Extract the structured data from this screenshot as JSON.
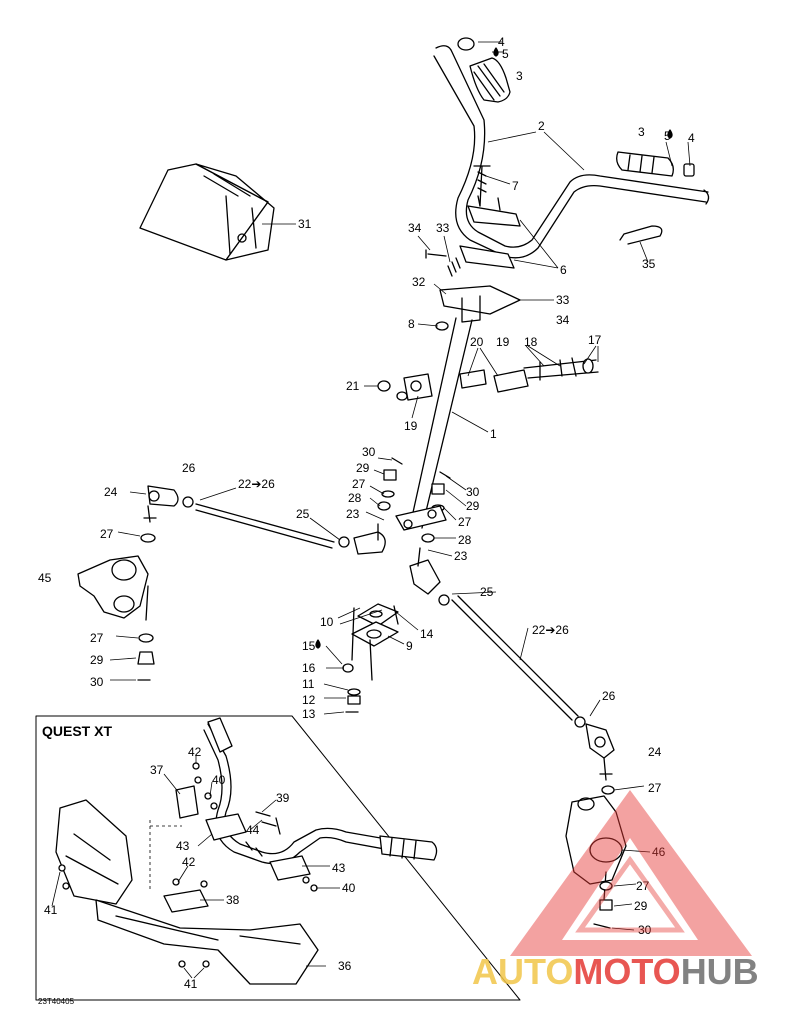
{
  "inset": {
    "title": "QUEST XT"
  },
  "reference_code": "23Т40405",
  "watermark": {
    "part1": "AUTO",
    "part2": "MOTO",
    "part3": "HUB",
    "color_gold": "#f2c64a",
    "color_red": "#e53935",
    "color_gray": "#6d6d6d"
  },
  "callouts": [
    {
      "id": "c4a",
      "text": "4"
    },
    {
      "id": "c5a",
      "text": "5"
    },
    {
      "id": "c3a",
      "text": "3"
    },
    {
      "id": "c2",
      "text": "2"
    },
    {
      "id": "c3b",
      "text": "3"
    },
    {
      "id": "c5b",
      "text": "5"
    },
    {
      "id": "c4b",
      "text": "4"
    },
    {
      "id": "c7",
      "text": "7"
    },
    {
      "id": "c31",
      "text": "31"
    },
    {
      "id": "c34a",
      "text": "34"
    },
    {
      "id": "c33a",
      "text": "33"
    },
    {
      "id": "c6",
      "text": "6"
    },
    {
      "id": "c35",
      "text": "35"
    },
    {
      "id": "c32",
      "text": "32"
    },
    {
      "id": "c33b",
      "text": "33"
    },
    {
      "id": "c34b",
      "text": "34"
    },
    {
      "id": "c8",
      "text": "8"
    },
    {
      "id": "c20",
      "text": "20"
    },
    {
      "id": "c19a",
      "text": "19"
    },
    {
      "id": "c18",
      "text": "18"
    },
    {
      "id": "c17",
      "text": "17"
    },
    {
      "id": "c21",
      "text": "21"
    },
    {
      "id": "c19b",
      "text": "19"
    },
    {
      "id": "c1",
      "text": "1"
    },
    {
      "id": "c30a",
      "text": "30"
    },
    {
      "id": "c29a",
      "text": "29"
    },
    {
      "id": "c27a",
      "text": "27"
    },
    {
      "id": "c28a",
      "text": "28"
    },
    {
      "id": "c23a",
      "text": "23"
    },
    {
      "id": "c30b",
      "text": "30"
    },
    {
      "id": "c29b",
      "text": "29"
    },
    {
      "id": "c27b",
      "text": "27"
    },
    {
      "id": "c28b",
      "text": "28"
    },
    {
      "id": "c23b",
      "text": "23"
    },
    {
      "id": "c26a",
      "text": "26"
    },
    {
      "id": "c24a",
      "text": "24"
    },
    {
      "id": "c22a",
      "text": "22➔26"
    },
    {
      "id": "c25a",
      "text": "25"
    },
    {
      "id": "c27c",
      "text": "27"
    },
    {
      "id": "c45",
      "text": "45"
    },
    {
      "id": "c27d",
      "text": "27"
    },
    {
      "id": "c29c",
      "text": "29"
    },
    {
      "id": "c30c",
      "text": "30"
    },
    {
      "id": "c25b",
      "text": "25"
    },
    {
      "id": "c22b",
      "text": "22➔26"
    },
    {
      "id": "c10",
      "text": "10"
    },
    {
      "id": "c14",
      "text": "14"
    },
    {
      "id": "c9",
      "text": "9"
    },
    {
      "id": "c15",
      "text": "15"
    },
    {
      "id": "c16",
      "text": "16"
    },
    {
      "id": "c11",
      "text": "11"
    },
    {
      "id": "c12",
      "text": "12"
    },
    {
      "id": "c13",
      "text": "13"
    },
    {
      "id": "c26b",
      "text": "26"
    },
    {
      "id": "c24b",
      "text": "24"
    },
    {
      "id": "c27e",
      "text": "27"
    },
    {
      "id": "c46",
      "text": "46"
    },
    {
      "id": "c27f",
      "text": "27"
    },
    {
      "id": "c29d",
      "text": "29"
    },
    {
      "id": "c30d",
      "text": "30"
    },
    {
      "id": "c42a",
      "text": "42"
    },
    {
      "id": "c37",
      "text": "37"
    },
    {
      "id": "c40a",
      "text": "40"
    },
    {
      "id": "c39",
      "text": "39"
    },
    {
      "id": "c44",
      "text": "44"
    },
    {
      "id": "c43a",
      "text": "43"
    },
    {
      "id": "c42b",
      "text": "42"
    },
    {
      "id": "c43b",
      "text": "43"
    },
    {
      "id": "c40b",
      "text": "40"
    },
    {
      "id": "c38",
      "text": "38"
    },
    {
      "id": "c41a",
      "text": "41"
    },
    {
      "id": "c36",
      "text": "36"
    },
    {
      "id": "c41b",
      "text": "41"
    }
  ]
}
